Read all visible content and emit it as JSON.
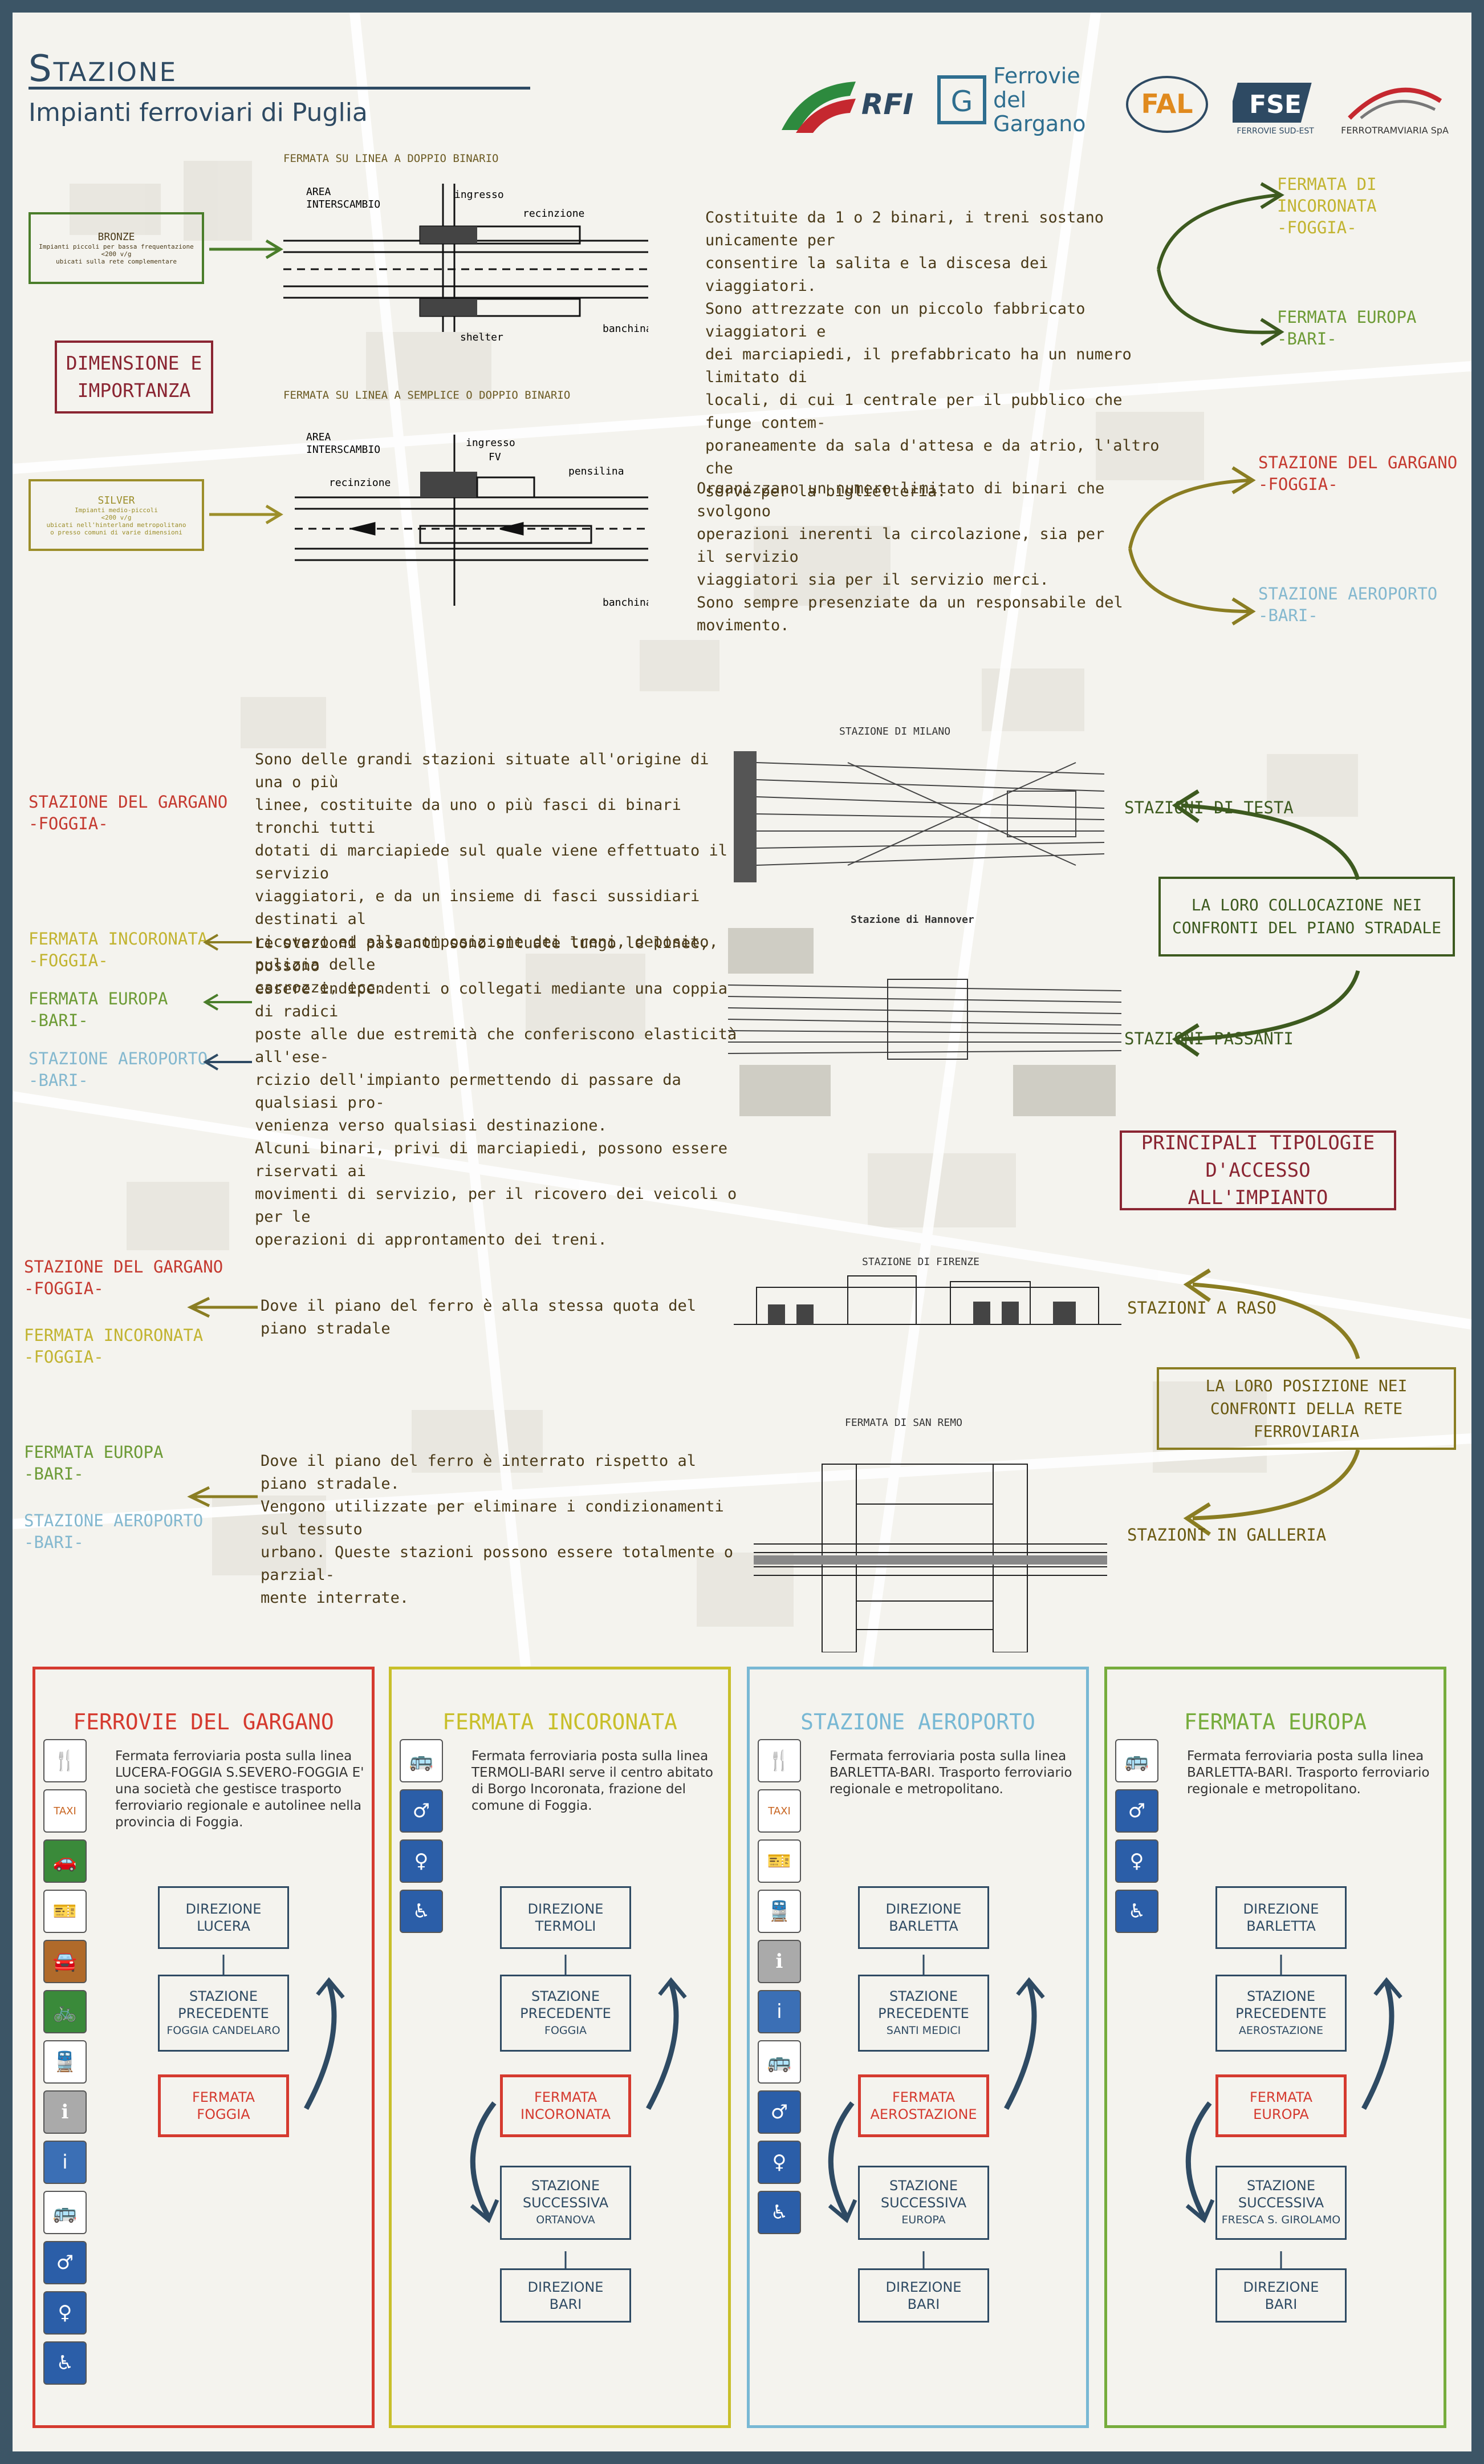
{
  "header": {
    "title": "Stazione",
    "subtitle": "Impianti ferroviari di Puglia"
  },
  "logos": [
    {
      "icon": "rfi-logo-icon",
      "text": "RFI"
    },
    {
      "icon": "fg-logo-icon",
      "text": "Ferrovie del Gargano"
    },
    {
      "icon": "fal-logo-icon",
      "text": "FAL"
    },
    {
      "icon": "fse-logo-icon",
      "text": "FERROVIE SUD-EST"
    },
    {
      "icon": "ferrotramviaria-logo-icon",
      "text": "FERROTRAMVIARIA SpA"
    }
  ],
  "section1": {
    "heading": "DIMENSIONE E IMPORTANZA",
    "bronze": {
      "title": "BRONZE",
      "lines": [
        "Impianti piccoli per bassa frequentazione",
        "<200 v/g",
        "ubicati sulla rete complementare"
      ]
    },
    "silver": {
      "title": "SILVER",
      "lines": [
        "Impianti medio-piccoli",
        "<200 v/g",
        "ubicati nell'hinterland metropolitano",
        "o presso comuni di varie dimensioni"
      ]
    },
    "diag1": {
      "caption": "FERMATA SU LINEA A DOPPIO BINARIO",
      "labels": [
        "AREA",
        "INTERSCAMBIO",
        "ingresso",
        "recinzione",
        "shelter",
        "banchina"
      ]
    },
    "diag2": {
      "caption": "FERMATA SU LINEA A SEMPLICE O DOPPIO BINARIO",
      "labels": [
        "AREA",
        "INTERSCAMBIO",
        "ingresso",
        "FV",
        "recinzione",
        "pensilina",
        "banchina"
      ]
    },
    "text1": [
      "Costituite da 1 o 2 binari, i treni sostano unicamente per",
      "consentire la salita e la discesa dei viaggiatori.",
      "Sono attrezzate con un piccolo fabbricato viaggiatori e",
      "dei marciapiedi, il prefabbricato ha un numero limitato di",
      "locali, di cui 1 centrale per il pubblico che funge contem-",
      "poraneamente da sala d'attesa e da atrio, l'altro che",
      "serve per la biglietteria."
    ],
    "text2": [
      "Organizzano un numero limitato di binari che svolgono",
      "operazioni inerenti la circolazione, sia per il servizio",
      "viaggiatori sia per il servizio merci.",
      "Sono sempre presenziate da un responsabile del",
      "movimento."
    ],
    "ex1": [
      {
        "l1": "FERMATA DI INCORONATA",
        "l2": "-FOGGIA-"
      },
      {
        "l1": "FERMATA EUROPA",
        "l2": "-BARI-"
      }
    ],
    "ex2": [
      {
        "l1": "STAZIONE DEL GARGANO",
        "l2": "-FOGGIA-"
      },
      {
        "l1": "STAZIONE AEROPORTO",
        "l2": "-BARI-"
      }
    ]
  },
  "section2": {
    "heading": "LA LORO COLLOCAZIONE NEI CONFRONTI DEL PIANO STRADALE",
    "testa": "STAZIONI DI TESTA",
    "passanti": "STAZIONI PASSANTI",
    "milano": "STAZIONE DI MILANO",
    "hannover": "Stazione di Hannover",
    "text_testa": [
      "Sono delle grandi stazioni situate all'origine di una o più",
      "linee,  costituite da uno o più fasci di binari tronchi tutti",
      "dotati di marciapiede sul quale viene effettuato il servizio",
      "viaggiatori, e da un insieme di fasci sussidiari destinati al",
      "ricovero ed alla composizione dei treni, deposito, pulizia delle",
      "carrozze, ecc."
    ],
    "text_passanti": [
      "Le stazioni passanti sono situate lungo le linee, possono",
      "essere indipendenti o collegati mediante una coppia di radici",
      "poste alle due estremità che conferiscono elasticità all'ese-",
      "rcizio dell'impianto permettendo di passare da qualsiasi pro-",
      "venienza verso qualsiasi destinazione.",
      "Alcuni binari, privi di marciapiedi, possono essere riservati ai",
      "movimenti di servizio, per il ricovero dei veicoli o per le",
      "operazioni di approntamento dei treni."
    ],
    "ex_testa": [
      {
        "l1": "STAZIONE DEL GARGANO",
        "l2": "-FOGGIA-"
      }
    ],
    "ex_passanti": [
      {
        "l1": "FERMATA INCORONATA",
        "l2": "-FOGGIA-"
      },
      {
        "l1": "FERMATA EUROPA",
        "l2": "-BARI-"
      },
      {
        "l1": "STAZIONE AEROPORTO",
        "l2": "-BARI-"
      }
    ]
  },
  "section3": {
    "heading": "PRINCIPALI TIPOLOGIE D'ACCESSO ALL'IMPIANTO",
    "sub": "LA LORO POSIZIONE NEI CONFRONTI DELLA RETE FERROVIARIA",
    "raso": "STAZIONI A RASO",
    "galleria": "STAZIONI IN GALLERIA",
    "firenze": "STAZIONE DI FIRENZE",
    "sanremo": "FERMATA DI SAN REMO",
    "text_raso": [
      "Dove il piano del ferro è alla stessa quota del piano stradale"
    ],
    "text_galleria": [
      "Dove il piano del ferro è interrato rispetto al piano stradale.",
      "Vengono utilizzate per eliminare i condizionamenti sul tessuto",
      "urbano. Queste stazioni possono essere totalmente o parzial-",
      "mente interrate."
    ],
    "ex_raso": [
      {
        "l1": "STAZIONE DEL GARGANO",
        "l2": "-FOGGIA-"
      },
      {
        "l1": "FERMATA INCORONATA",
        "l2": "-FOGGIA-"
      }
    ],
    "ex_galleria": [
      {
        "l1": "FERMATA EUROPA",
        "l2": "-BARI-"
      },
      {
        "l1": "STAZIONE AEROPORTO",
        "l2": "-BARI-"
      }
    ]
  },
  "columns": [
    {
      "title": "FERROVIE DEL GARGANO",
      "color": "#d53a2f",
      "desc": "Fermata ferroviaria posta sulla linea LUCERA-FOGGIA S.SEVERO-FOGGIA E' una società che gestisce trasporto ferroviario regionale e autolinee nella provincia di Foggia.",
      "icons": [
        "restaurant-icon",
        "taxi-icon",
        "car-rental-icon",
        "ticket-icon",
        "car-hire-icon",
        "bicycle-icon",
        "train-icon",
        "info-point-icon",
        "info-icon",
        "bus-station-icon",
        "men-icon",
        "women-icon",
        "wheelchair-icon"
      ],
      "flow": {
        "dir1": "DIREZIONE",
        "dir1v": "LUCERA",
        "prev": "STAZIONE PRECEDENTE",
        "prevv": "FOGGIA CANDELARO",
        "cur": "FERMATA",
        "curv": "FOGGIA"
      }
    },
    {
      "title": "FERMATA INCORONATA",
      "color": "#c8bf2a",
      "desc": "Fermata ferroviaria posta sulla linea TERMOLI-BARI serve il centro abitato di Borgo Incoronata, frazione del comune di Foggia.",
      "icons": [
        "bus-station-icon",
        "men-icon",
        "women-icon",
        "wheelchair-icon"
      ],
      "flow": {
        "dir1": "DIREZIONE",
        "dir1v": "TERMOLI",
        "prev": "STAZIONE PRECEDENTE",
        "prevv": "FOGGIA",
        "cur": "FERMATA",
        "curv": "INCORONATA",
        "next": "STAZIONE SUCCESSIVA",
        "nextv": "ORTANOVA",
        "dir2": "DIREZIONE",
        "dir2v": "BARI"
      }
    },
    {
      "title": "STAZIONE AEROPORTO",
      "color": "#78b8d4",
      "desc": "Fermata ferroviaria posta sulla linea BARLETTA-BARI. Trasporto ferroviario regionale e metropolitano.",
      "icons": [
        "restaurant-icon",
        "taxi-icon",
        "ticket-icon",
        "train-icon",
        "info-point-icon",
        "info-icon",
        "bus-station-icon",
        "men-icon",
        "women-icon",
        "wheelchair-icon"
      ],
      "flow": {
        "dir1": "DIREZIONE",
        "dir1v": "BARLETTA",
        "prev": "STAZIONE PRECEDENTE",
        "prevv": "SANTI MEDICI",
        "cur": "FERMATA",
        "curv": "AEROSTAZIONE",
        "next": "STAZIONE SUCCESSIVA",
        "nextv": "EUROPA",
        "dir2": "DIREZIONE",
        "dir2v": "BARI"
      }
    },
    {
      "title": "FERMATA EUROPA",
      "color": "#76ac3c",
      "desc": "Fermata ferroviaria posta sulla linea BARLETTA-BARI. Trasporto ferroviario regionale e metropolitano.",
      "icons": [
        "bus-station-icon",
        "men-icon",
        "women-icon",
        "wheelchair-icon"
      ],
      "flow": {
        "dir1": "DIREZIONE",
        "dir1v": "BARLETTA",
        "prev": "STAZIONE PRECEDENTE",
        "prevv": "AEROSTAZIONE",
        "cur": "FERMATA",
        "curv": "EUROPA",
        "next": "STAZIONE SUCCESSIVA",
        "nextv": "FRESCA S. GIROLAMO",
        "dir2": "DIREZIONE",
        "dir2v": "BARI"
      }
    }
  ]
}
